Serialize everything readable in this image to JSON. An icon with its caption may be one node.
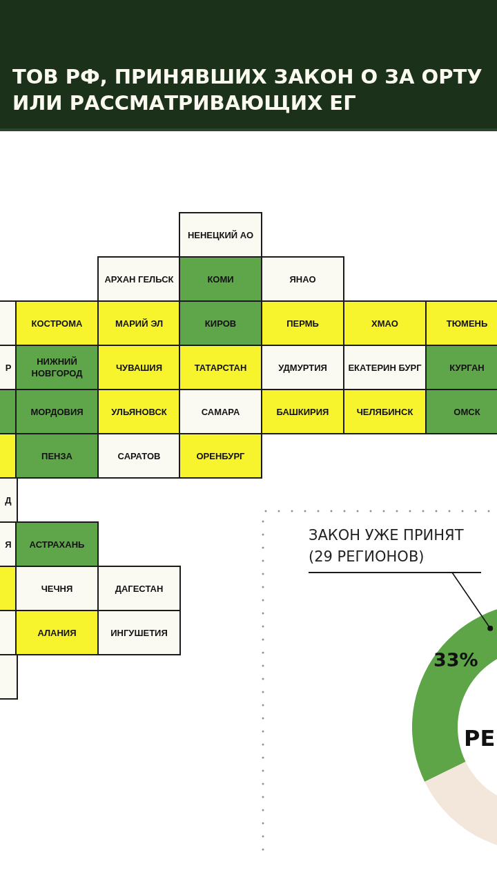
{
  "diagram": {
    "title": "ТОВ РФ, ПРИНЯВШИХ ЗАКОН О ЗА ОРТУ ИЛИ РАССМАТРИВАЮЩИХ ЕГ",
    "nodes": [
      {
        "text": [
          "НЕНЕЦКИЙ АО"
        ]
      },
      {
        "text": [
          "АРХАН ГЕЛЬСК"
        ]
      },
      {
        "text": [
          "КОМИ"
        ]
      },
      {
        "text": [
          "ЯНАО"
        ]
      },
      {
        "text": [],
        "shape": "box"
      },
      {
        "text": [
          "КОСТРОМА"
        ]
      },
      {
        "text": [
          "МАРИЙ ЭЛ"
        ]
      },
      {
        "text": [
          "КИРОВ"
        ]
      },
      {
        "text": [
          "ПЕРМЬ"
        ]
      },
      {
        "text": [
          "ХМАО"
        ]
      },
      {
        "text": [
          "ТЮМЕНЬ"
        ]
      },
      {
        "text": [
          "Р"
        ]
      },
      {
        "text": [
          "НИЖНИЙ НОВГОРОД"
        ]
      },
      {
        "text": [
          "ЧУВАШИЯ"
        ]
      },
      {
        "text": [
          "ТАТАРСТАН"
        ]
      },
      {
        "text": [
          "УДМУРТИЯ"
        ]
      },
      {
        "text": [
          "ЕКАТЕРИН БУРГ"
        ]
      },
      {
        "text": [
          "КУРГАН"
        ]
      },
      {
        "text": [],
        "shape": "box"
      },
      {
        "text": [
          "МОРДОВИЯ"
        ]
      },
      {
        "text": [
          "УЛЬЯНОВСК"
        ]
      },
      {
        "text": [
          "САМАРА"
        ]
      },
      {
        "text": [
          "БАШКИРИЯ"
        ]
      },
      {
        "text": [
          "ЧЕЛЯБИНСК"
        ]
      },
      {
        "text": [
          "ОМСК"
        ]
      },
      {
        "text": [],
        "shape": "box"
      },
      {
        "text": [
          "ПЕНЗА"
        ]
      },
      {
        "text": [
          "САРАТОВ"
        ]
      },
      {
        "text": [
          "ОРЕНБУРГ"
        ]
      },
      {
        "text": [
          "Д"
        ]
      },
      {
        "text": [
          "Я"
        ]
      },
      {
        "text": [
          "АСТРАХАНЬ"
        ]
      },
      {
        "text": [],
        "shape": "box"
      },
      {
        "text": [
          "ЧЕЧНЯ"
        ]
      },
      {
        "text": [
          "ДАГЕСТАН"
        ]
      },
      {
        "text": [],
        "shape": "box"
      },
      {
        "text": [
          "АЛАНИЯ"
        ]
      },
      {
        "text": [
          "ИНГУШЕТИЯ"
        ]
      },
      {
        "text": [],
        "shape": "box"
      },
      {
        "text": [
          "ЗАКОН УЖЕ ПРИНЯТ (29 РЕГИОНОВ)"
        ]
      },
      {
        "text": [],
        "shape": "arc"
      },
      {
        "text": [],
        "shape": "arc"
      }
    ],
    "edges": [
      {
        "from": 39,
        "to": 40,
        "arrow": "other"
      }
    ],
    "labels": [
      "33%",
      "РЕ"
    ]
  }
}
